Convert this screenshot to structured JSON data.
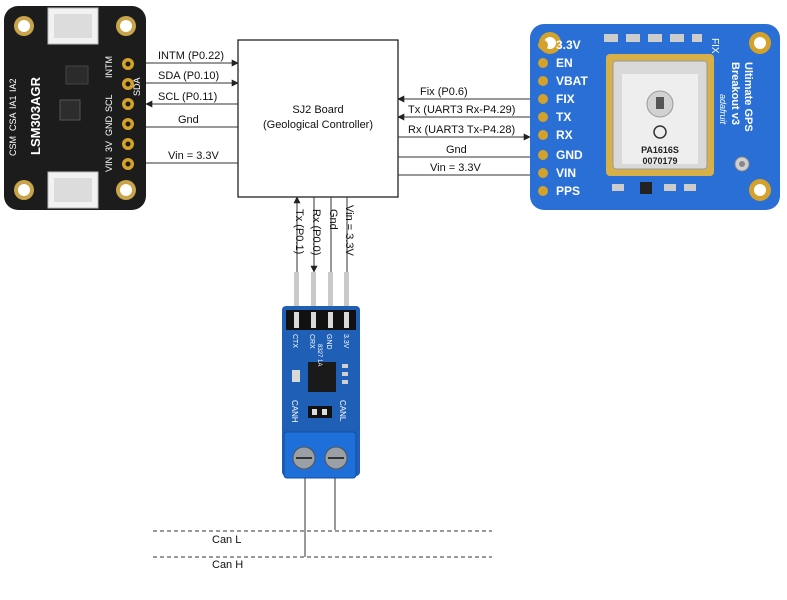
{
  "controller": {
    "title": "SJ2 Board",
    "subtitle": "(Geological Controller)"
  },
  "sensor_board": {
    "part": "LSM303AGR",
    "left_labels": [
      "CSM",
      "CSA",
      "IA1",
      "IA2"
    ],
    "pins": [
      "INTM",
      "SDA",
      "SCL",
      "GND",
      "3V",
      "VIN"
    ],
    "side_label": "SDA"
  },
  "sensor_wires": [
    {
      "label": "INTM (P0.22)",
      "direction": "to-controller"
    },
    {
      "label": "SDA (P0.10)",
      "direction": "to-controller"
    },
    {
      "label": "SCL (P0.11)",
      "direction": "to-sensor"
    },
    {
      "label": "Gnd",
      "direction": "none"
    },
    {
      "label": "Vin = 3.3V",
      "direction": "none"
    }
  ],
  "gps_board": {
    "pins": [
      "3.3V",
      "EN",
      "VBAT",
      "FIX",
      "TX",
      "RX",
      "GND",
      "VIN",
      "PPS"
    ],
    "fix_label": "FIX",
    "module_part": "PA1616S",
    "module_code": "0070179",
    "title_line1": "Ultimate GPS",
    "title_line2": "Breakout v3",
    "brand": "adafruit"
  },
  "gps_wires": [
    {
      "label": "Fix  (P0.6)",
      "direction": "to-controller"
    },
    {
      "label": "Tx (UART3 Rx-P4.29)",
      "direction": "to-controller"
    },
    {
      "label": "Rx (UART3 Tx-P4.28)",
      "direction": "to-gps"
    },
    {
      "label": "Gnd",
      "direction": "none"
    },
    {
      "label": "Vin = 3.3V",
      "direction": "none"
    }
  ],
  "can_wires": [
    {
      "label": "Tx (P0.1)",
      "direction": "to-controller"
    },
    {
      "label": "Rx (P0.0)",
      "direction": "to-transceiver"
    },
    {
      "label": "Gnd",
      "direction": "none"
    },
    {
      "label": "Vin = 3.3V",
      "direction": "none"
    }
  ],
  "can_board": {
    "pin_labels": [
      "CTX",
      "CRX",
      "GND",
      "3.3V"
    ],
    "chip": "8327 1A",
    "can_h": "CANH",
    "can_l": "CANL"
  },
  "bus": {
    "can_l": "Can L",
    "can_h": "Can H"
  },
  "colors": {
    "wire": "#333333",
    "sensor_pcb": "#1c1c1c",
    "gps_pcb": "#2a6fd6",
    "can_pcb": "#1f5fb5",
    "terminal": "#1e6fd9",
    "gold": "#d4a22a"
  }
}
